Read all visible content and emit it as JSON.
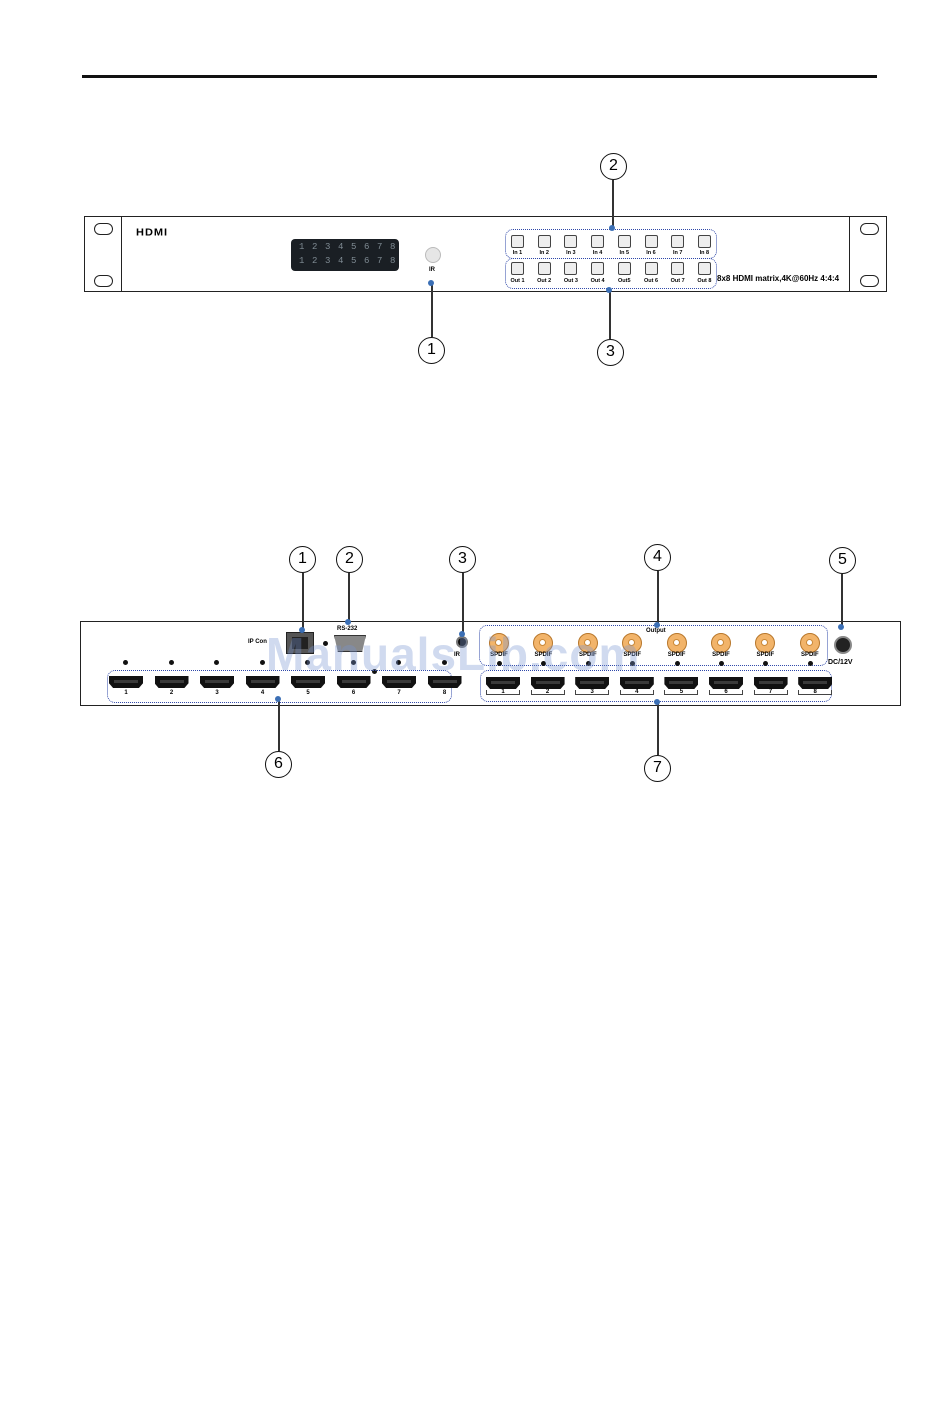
{
  "front_panel": {
    "logo": "HDMI",
    "display_row1": [
      "1",
      "2",
      "3",
      "4",
      "5",
      "6",
      "7",
      "8"
    ],
    "display_row2": [
      "1",
      "2",
      "3",
      "4",
      "5",
      "6",
      "7",
      "8"
    ],
    "ir_label": "IR",
    "input_buttons": [
      "In 1",
      "In 2",
      "In 3",
      "In 4",
      "In 5",
      "In 6",
      "In 7",
      "In 8"
    ],
    "output_buttons": [
      "Out 1",
      "Out 2",
      "Out 3",
      "Out 4",
      "Out5",
      "Out 6",
      "Out 7",
      "Out 8"
    ],
    "model_text": "8x8 HDMI matrix,4K@60Hz 4:4:4",
    "callouts": [
      "1",
      "2",
      "3"
    ]
  },
  "rear_panel": {
    "ip_label": "IP Con",
    "rs232_label": "RS-232",
    "ir_label": "IR",
    "output_label": "Output",
    "spdif_labels": [
      "SPDIF",
      "SPDIF",
      "SPDIF",
      "SPDIF",
      "SPDIF",
      "SPDIF",
      "SPDIF",
      "SPDIF"
    ],
    "input_ports": [
      "1",
      "2",
      "3",
      "4",
      "5",
      "6",
      "7",
      "8"
    ],
    "output_ports": [
      "1",
      "2",
      "3",
      "4",
      "5",
      "6",
      "7",
      "8"
    ],
    "dc_label": "DC/12V",
    "callouts": [
      "1",
      "2",
      "3",
      "4",
      "5",
      "6",
      "7"
    ]
  },
  "watermark": "ManualsLib.com"
}
